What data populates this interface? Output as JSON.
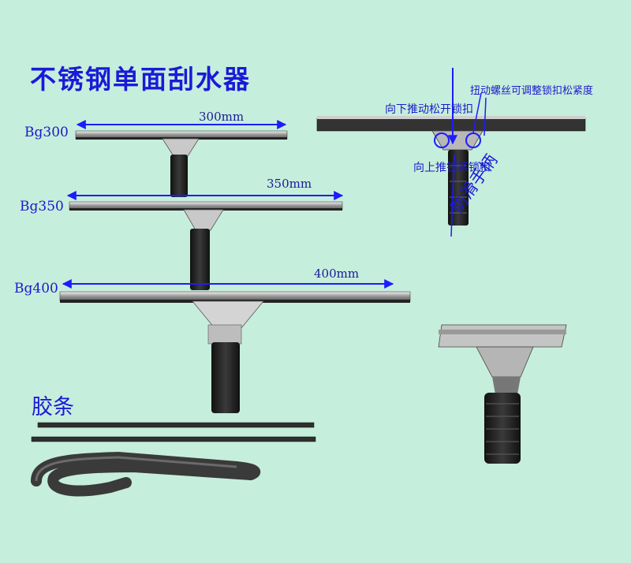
{
  "title": "不锈钢单面刮水器",
  "models": [
    {
      "name": "Bg300",
      "size": "300mm"
    },
    {
      "name": "Bg350",
      "size": "350mm"
    },
    {
      "name": "Bg400",
      "size": "400mm"
    }
  ],
  "notes": {
    "adjust_screw": "扭动螺丝可调整锁扣松紧度",
    "push_down": "向下推动松开锁扣",
    "push_up": "向上推锁紧锁扣",
    "grip": "防滑手柄"
  },
  "rubber_strip_label": "胶条",
  "colors": {
    "background": "#c6eedc",
    "label_blue": "#1a1ad8",
    "arrow_blue": "#1c1cff"
  }
}
